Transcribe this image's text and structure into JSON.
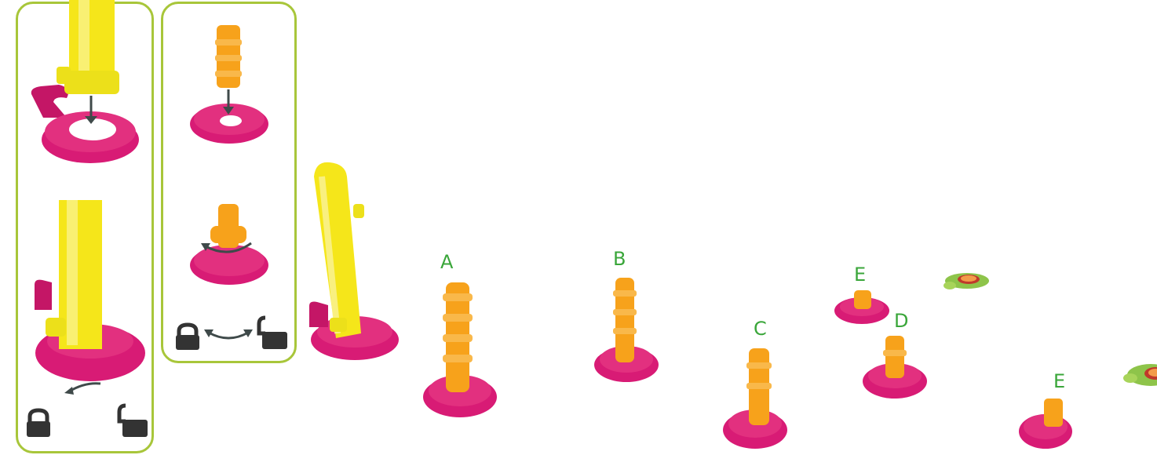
{
  "labels": {
    "a": "A",
    "b": "B",
    "c": "C",
    "d": "D",
    "e1": "E",
    "e2": "E"
  },
  "icons": {
    "lock_closed": "lock-closed-icon",
    "lock_open": "lock-open-icon",
    "down_arrow": "down-arrow-icon",
    "curved_arrow": "curved-arrow-icon",
    "double_arrow": "double-curved-arrow-icon"
  },
  "colors": {
    "panel_border": "#a8c63a",
    "base_magenta": "#d81b75",
    "tube_yellow": "#f5e61a",
    "peg_orange": "#f7a21b",
    "label_green": "#3aa63a",
    "icon_dark": "#333333"
  }
}
